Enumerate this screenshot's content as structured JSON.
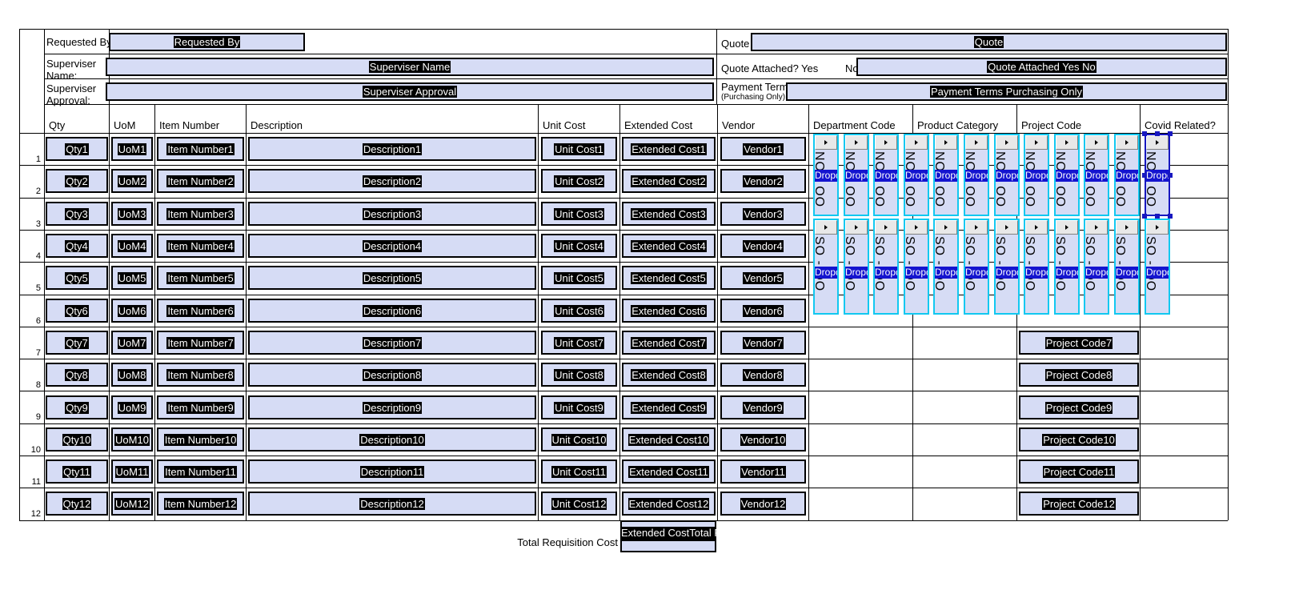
{
  "form": {
    "header_rows": [
      {
        "label": "Requested By:",
        "field_value": "Requested By"
      },
      {
        "label": "Superviser Name:",
        "field_value": "Superviser Name"
      },
      {
        "label": "Superviser Approval:",
        "field_value": "Superviser Approval"
      }
    ],
    "header_right_rows": [
      {
        "label": "Quote #",
        "field_value": "Quote"
      },
      {
        "label": "Quote Attached?",
        "opt_yes": "Yes",
        "opt_no": "No",
        "field_value": "Quote Attached Yes No"
      },
      {
        "label": "Payment Terms:",
        "sublabel": "(Purchasing Only)",
        "field_value": "Payment Terms Purchasing Only"
      }
    ],
    "columns": [
      "Qty",
      "UoM",
      "Item Number",
      "Description",
      "Unit Cost",
      "Extended Cost",
      "Vendor",
      "Department Code",
      "Product Category",
      "Project Code",
      "Covid Related?"
    ],
    "row_numbers": [
      "1",
      "2",
      "3",
      "4",
      "5",
      "6",
      "7",
      "8",
      "9",
      "10",
      "11",
      "12"
    ],
    "rows": [
      {
        "qty": "Qty1",
        "uom": "UoM1",
        "item": "Item Number1",
        "desc": "Description1",
        "unit": "Unit Cost1",
        "ext": "Extended Cost1",
        "vendor": "Vendor1",
        "project": ""
      },
      {
        "qty": "Qty2",
        "uom": "UoM2",
        "item": "Item Number2",
        "desc": "Description2",
        "unit": "Unit Cost2",
        "ext": "Extended Cost2",
        "vendor": "Vendor2",
        "project": ""
      },
      {
        "qty": "Qty3",
        "uom": "UoM3",
        "item": "Item Number3",
        "desc": "Description3",
        "unit": "Unit Cost3",
        "ext": "Extended Cost3",
        "vendor": "Vendor3",
        "project": ""
      },
      {
        "qty": "Qty4",
        "uom": "UoM4",
        "item": "Item Number4",
        "desc": "Description4",
        "unit": "Unit Cost4",
        "ext": "Extended Cost4",
        "vendor": "Vendor4",
        "project": ""
      },
      {
        "qty": "Qty5",
        "uom": "UoM5",
        "item": "Item Number5",
        "desc": "Description5",
        "unit": "Unit Cost5",
        "ext": "Extended Cost5",
        "vendor": "Vendor5",
        "project": ""
      },
      {
        "qty": "Qty6",
        "uom": "UoM6",
        "item": "Item Number6",
        "desc": "Description6",
        "unit": "Unit Cost6",
        "ext": "Extended Cost6",
        "vendor": "Vendor6",
        "project": ""
      },
      {
        "qty": "Qty7",
        "uom": "UoM7",
        "item": "Item Number7",
        "desc": "Description7",
        "unit": "Unit Cost7",
        "ext": "Extended Cost7",
        "vendor": "Vendor7",
        "project": "Project Code7"
      },
      {
        "qty": "Qty8",
        "uom": "UoM8",
        "item": "Item Number8",
        "desc": "Description8",
        "unit": "Unit Cost8",
        "ext": "Extended Cost8",
        "vendor": "Vendor8",
        "project": "Project Code8"
      },
      {
        "qty": "Qty9",
        "uom": "UoM9",
        "item": "Item Number9",
        "desc": "Description9",
        "unit": "Unit Cost9",
        "ext": "Extended Cost9",
        "vendor": "Vendor9",
        "project": "Project Code9"
      },
      {
        "qty": "Qty10",
        "uom": "UoM10",
        "item": "Item Number10",
        "desc": "Description10",
        "unit": "Unit Cost10",
        "ext": "Extended Cost10",
        "vendor": "Vendor10",
        "project": "Project Code10"
      },
      {
        "qty": "Qty11",
        "uom": "UoM11",
        "item": "Item Number11",
        "desc": "Description11",
        "unit": "Unit Cost11",
        "ext": "Extended Cost11",
        "vendor": "Vendor11",
        "project": "Project Code11"
      },
      {
        "qty": "Qty12",
        "uom": "UoM12",
        "item": "Item Number12",
        "desc": "Description12",
        "unit": "Unit Cost12",
        "ext": "Extended Cost12",
        "vendor": "Vendor12",
        "project": "Project Code12"
      }
    ],
    "dropdowns": {
      "label": "Dropdown",
      "rotated_text_top": "NO - OO",
      "rotated_text_bottom": "SO - OO",
      "arrow_icon": "chevron-right-icon",
      "count_per_band": 12,
      "bands": 2
    },
    "total": {
      "label": "Total Requisition Cost",
      "overlay_text": "Extended CostTotal Requisition Cost"
    }
  },
  "colors": {
    "field_fill": "#d6dcf5",
    "selected_text_bg": "#000000",
    "dropdown_outline": "#12c8f0",
    "dropdown_outline_selected": "#1717c0",
    "dropdown_label_bg": "#1414cf",
    "grid_line": "#000000"
  }
}
